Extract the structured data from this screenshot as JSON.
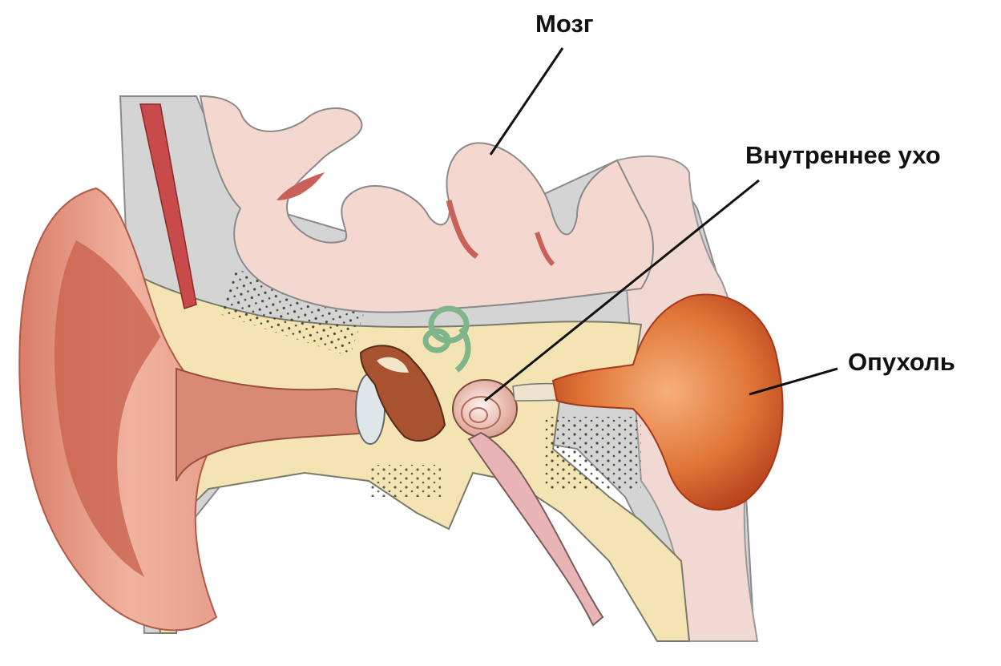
{
  "labels": {
    "brain": "Мозг",
    "inner_ear": "Внутреннее ухо",
    "tumor": "Опухоль"
  },
  "colors": {
    "skin": "#e8a58f",
    "skin_dark": "#c9634f",
    "bone": "#f3e3b3",
    "brain": "#f3d4cc",
    "brain_fold": "#c9605a",
    "meninges": "#d3d3d3",
    "tumor": "#d9622a",
    "cochlea": "#f0c4b6",
    "canals": "#8fbf95",
    "ossicles": "#a8522f"
  }
}
